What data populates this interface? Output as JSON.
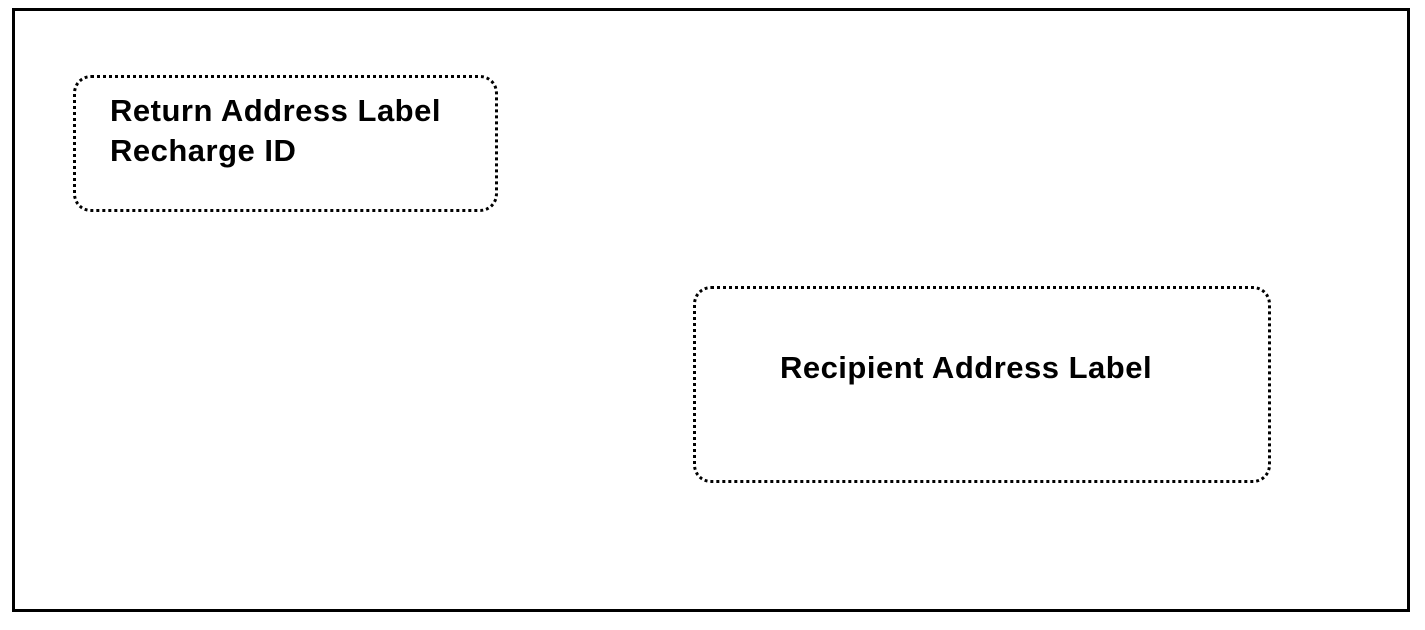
{
  "envelope": {
    "return_label_box": {
      "line1": "Return Address Label",
      "line2": "Recharge ID"
    },
    "recipient_label_box": {
      "label": "Recipient Address Label"
    }
  },
  "colors": {
    "background": "#ffffff",
    "outline": "#000000",
    "text": "#000000"
  }
}
